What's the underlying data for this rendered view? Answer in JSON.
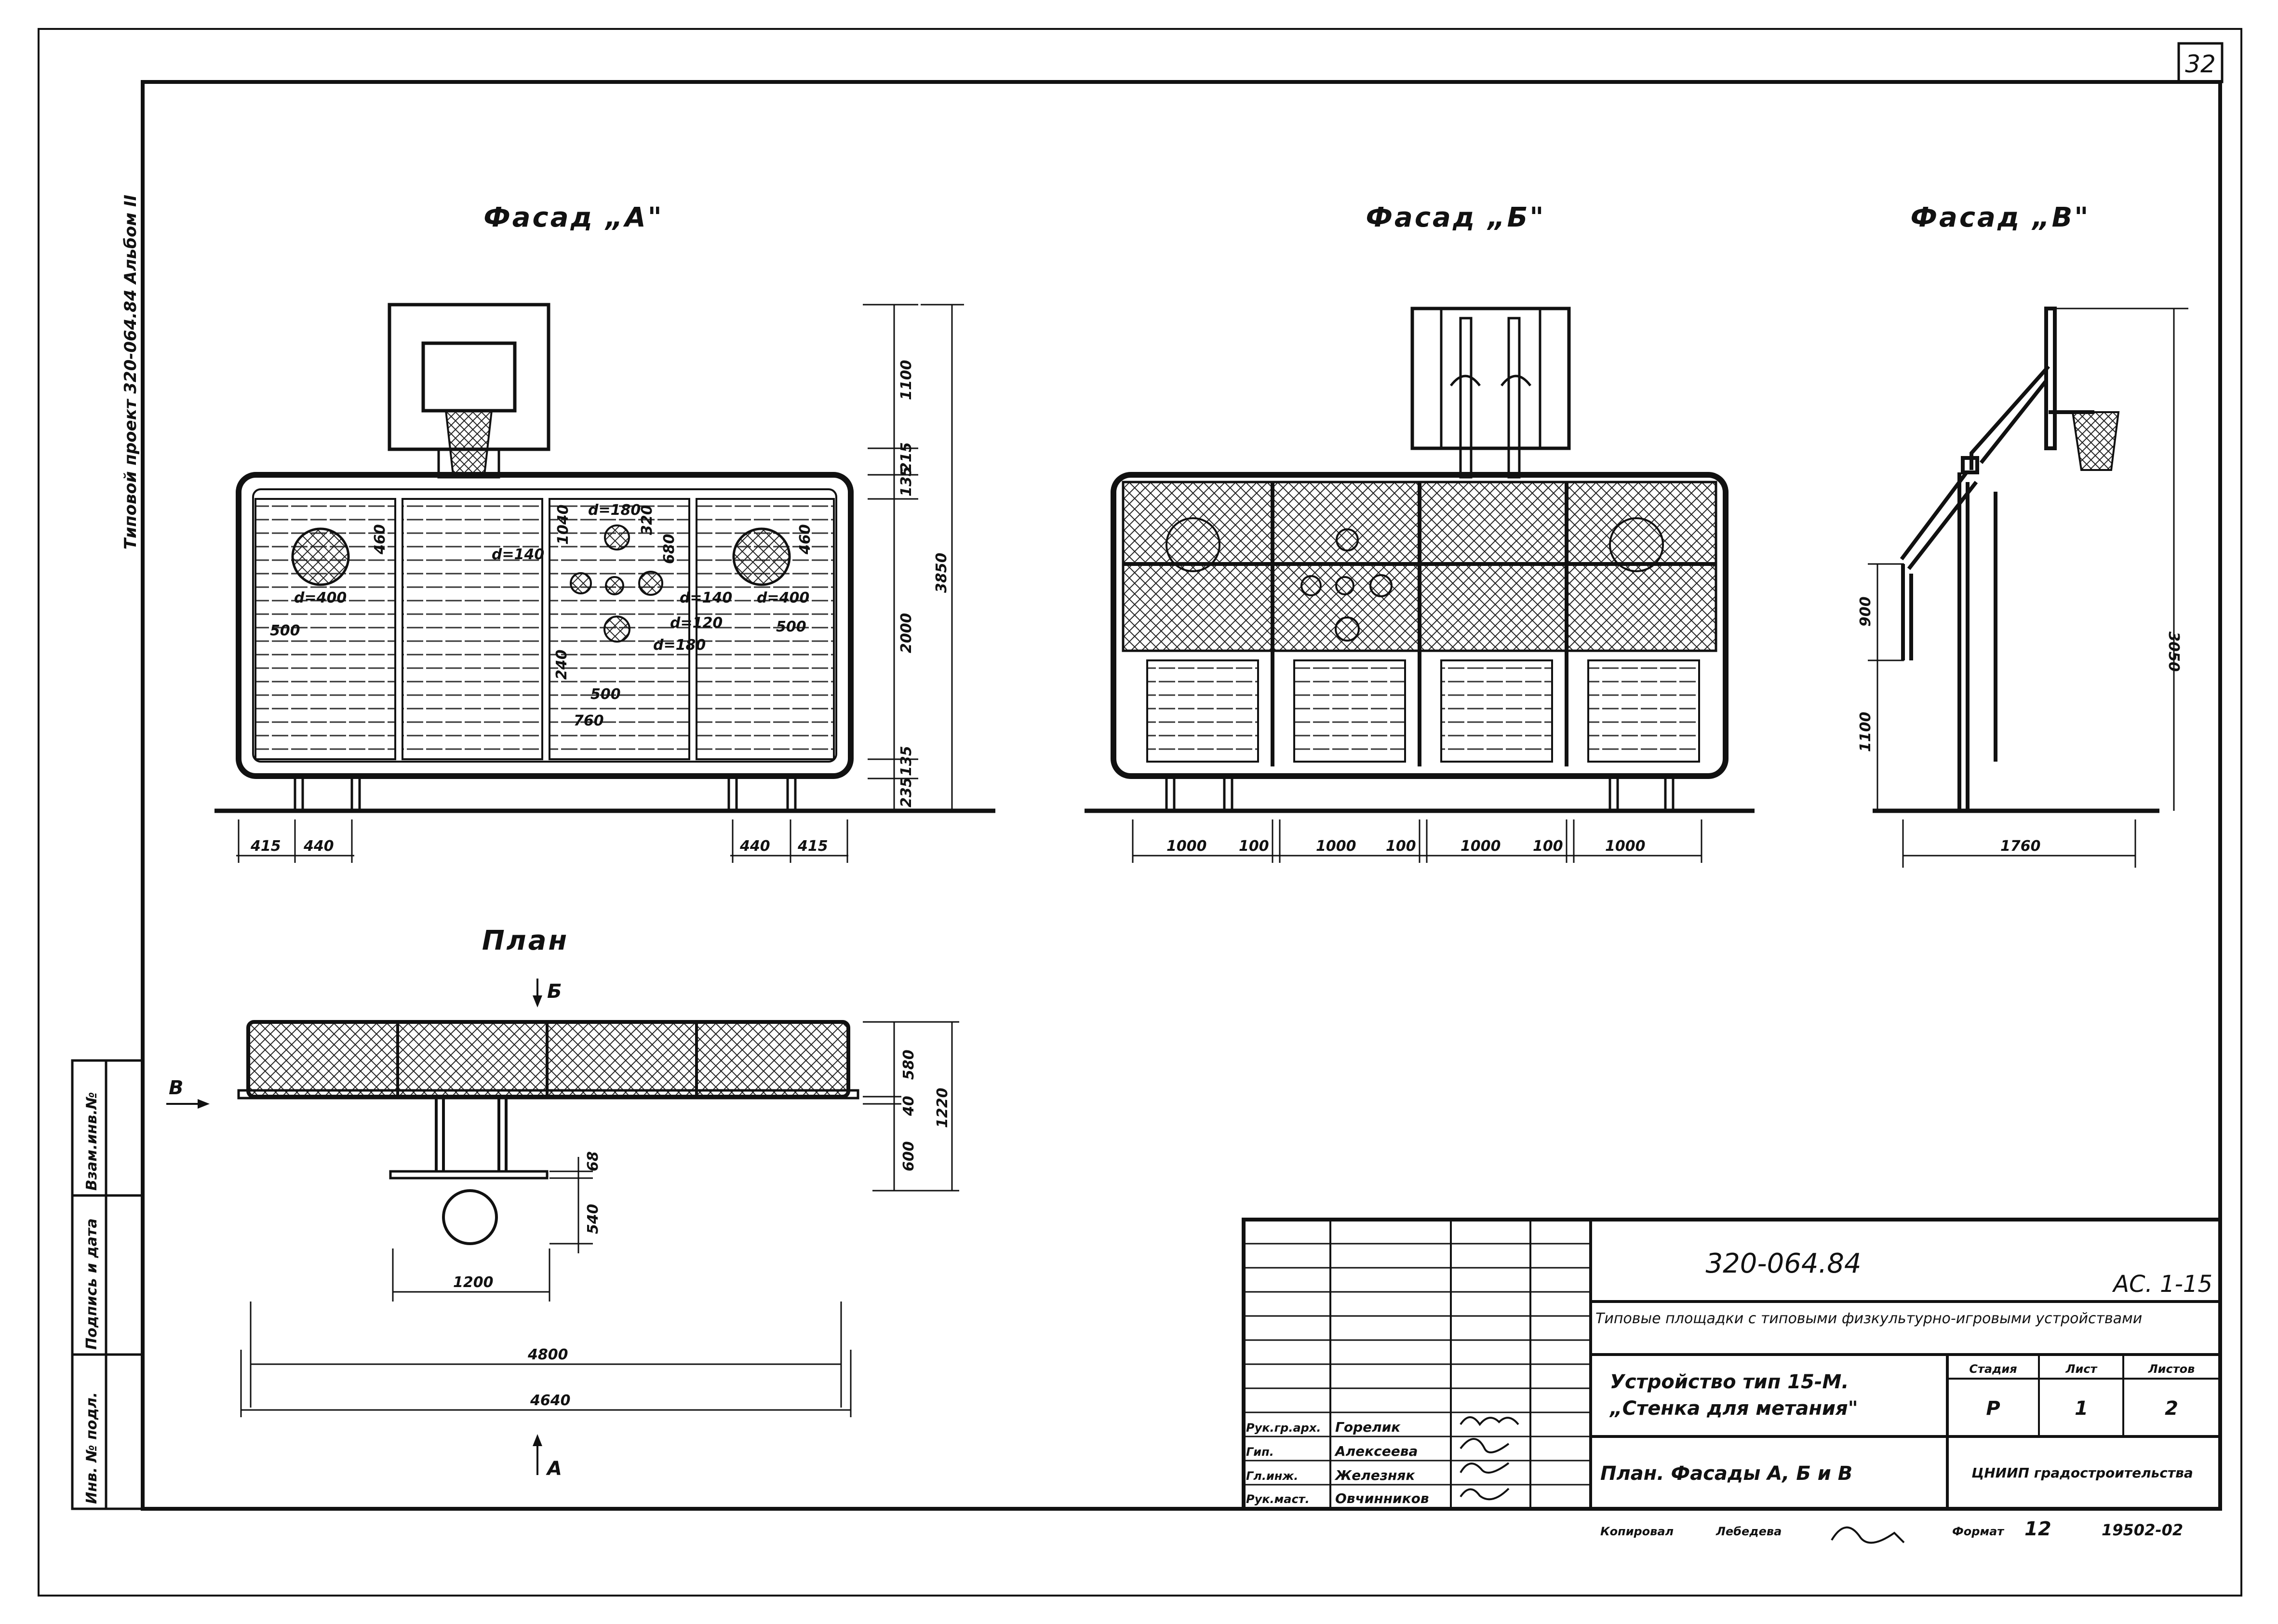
{
  "page_number": "32",
  "side_note": "Типовой  проект 320-064.84  Альбом II",
  "left_stamp_labels": [
    "Инв. № подл.",
    "Подпись и дата",
    "Взам.инв.№"
  ],
  "views": {
    "facade_a": {
      "title": "Фасад „А\"",
      "labels": [
        "d=400",
        "d=400",
        "d=140",
        "d=180",
        "d=140",
        "d=120",
        "d=180",
        "460",
        "460",
        "1040",
        "320",
        "680",
        "500",
        "500",
        "240",
        "500",
        "760"
      ],
      "dims_right": [
        "1100",
        "215",
        "135",
        "2000",
        "135",
        "235"
      ],
      "total_height": "3850",
      "dims_bottom": [
        "415",
        "440",
        "440",
        "415"
      ]
    },
    "facade_b": {
      "title": "Фасад „Б\"",
      "dims_bottom": [
        "1000",
        "100",
        "1000",
        "100",
        "1000",
        "100",
        "1000"
      ]
    },
    "facade_v": {
      "title": "Фасад „В\"",
      "dims_left": [
        "900",
        "1100"
      ],
      "total_height": "3050",
      "dims_bottom": [
        "1760"
      ]
    },
    "plan": {
      "title": "План",
      "arrow_b": "Б",
      "arrow_v": "В",
      "arrow_a": "А",
      "dims_right": [
        "580",
        "40",
        "600"
      ],
      "total_depth": "1220",
      "ring_dims": [
        "68",
        "540"
      ],
      "ring_width": "1200",
      "width_inner": "4800",
      "width_outer": "4640"
    }
  },
  "title_block": {
    "code": "320-064.84",
    "sheet_code": "АС. 1-15",
    "project_title": "Типовые площадки с типовыми физкультурно-игровыми устройствами",
    "item_title_line1": "Устройство тип 15-М.",
    "item_title_line2": "„Стенка для метания\"",
    "sheet_title": "План. Фасады А, Б и В",
    "stage_label": "Стадия",
    "sheet_label": "Лист",
    "sheets_label": "Листов",
    "stage_value": "Р",
    "sheet_value": "1",
    "sheets_value": "2",
    "organization": "ЦНИИП градостроительства",
    "people": [
      {
        "role": "Рук.гр.арх.",
        "name": "Горелик"
      },
      {
        "role": "Гип.",
        "name": "Алексеева"
      },
      {
        "role": "Гл.инж.",
        "name": "Железняк"
      },
      {
        "role": "Рук.маст.",
        "name": "Овчинников"
      }
    ],
    "copied_label": "Копировал",
    "copied_name": "Лебедева",
    "format_label": "Формат",
    "format_value": "12",
    "order_number": "19502-02"
  }
}
